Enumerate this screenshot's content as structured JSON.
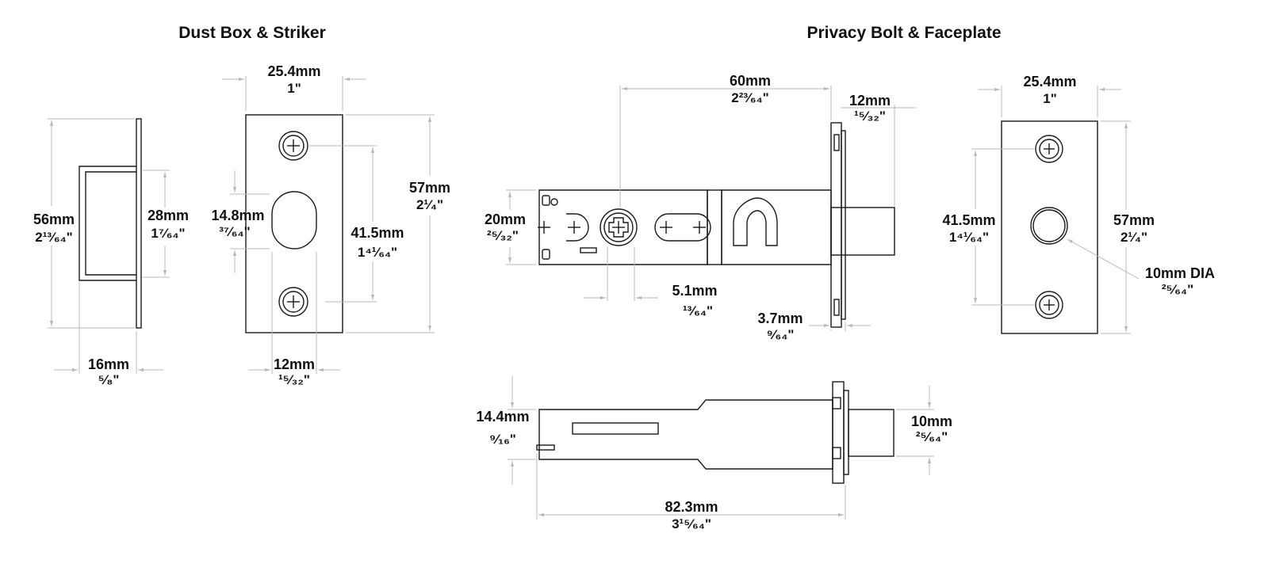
{
  "titles": {
    "left": "Dust Box & Striker",
    "right": "Privacy Bolt & Faceplate"
  },
  "dimensions": {
    "dust_box_height": {
      "mm": "56mm",
      "inch": "2¹³⁄₆₄\""
    },
    "dust_box_inner": {
      "mm": "28mm",
      "inch": "1⁷⁄₆₄\""
    },
    "dust_box_depth": {
      "mm": "16mm",
      "inch": "⁵⁄₈\""
    },
    "striker_width": {
      "mm": "25.4mm",
      "inch": "1\""
    },
    "striker_hole": {
      "mm": "14.8mm",
      "inch": "³⁷⁄₆₄\""
    },
    "striker_screws": {
      "mm": "41.5mm",
      "inch": "1⁴¹⁄₆₄\""
    },
    "striker_height": {
      "mm": "57mm",
      "inch": "2¹⁄₄\""
    },
    "striker_hole_width": {
      "mm": "12mm",
      "inch": "¹⁵⁄₃₂\""
    },
    "bolt_backset": {
      "mm": "60mm",
      "inch": "2²³⁄₆₄\""
    },
    "bolt_throw": {
      "mm": "12mm",
      "inch": "¹⁵⁄₃₂\""
    },
    "bolt_body_height": {
      "mm": "20mm",
      "inch": "²⁵⁄₃₂\""
    },
    "bolt_spindle": {
      "mm": "5.1mm",
      "inch": "¹³⁄₆₄\""
    },
    "faceplate_thickness": {
      "mm": "3.7mm",
      "inch": "⁹⁄₆₄\""
    },
    "bolt_side_height": {
      "mm": "14.4mm",
      "inch": "⁹⁄₁₆\""
    },
    "bolt_diameter": {
      "mm": "10mm",
      "inch": "²⁵⁄₆₄\""
    },
    "bolt_length": {
      "mm": "82.3mm",
      "inch": "3¹⁵⁄₆₄\""
    },
    "faceplate_width": {
      "mm": "25.4mm",
      "inch": "1\""
    },
    "faceplate_screws": {
      "mm": "41.5mm",
      "inch": "1⁴¹⁄₆₄\""
    },
    "faceplate_height": {
      "mm": "57mm",
      "inch": "2¹⁄₄\""
    },
    "faceplate_hole": {
      "mm": "10mm DIA",
      "inch": "²⁵⁄₆₄\""
    }
  }
}
